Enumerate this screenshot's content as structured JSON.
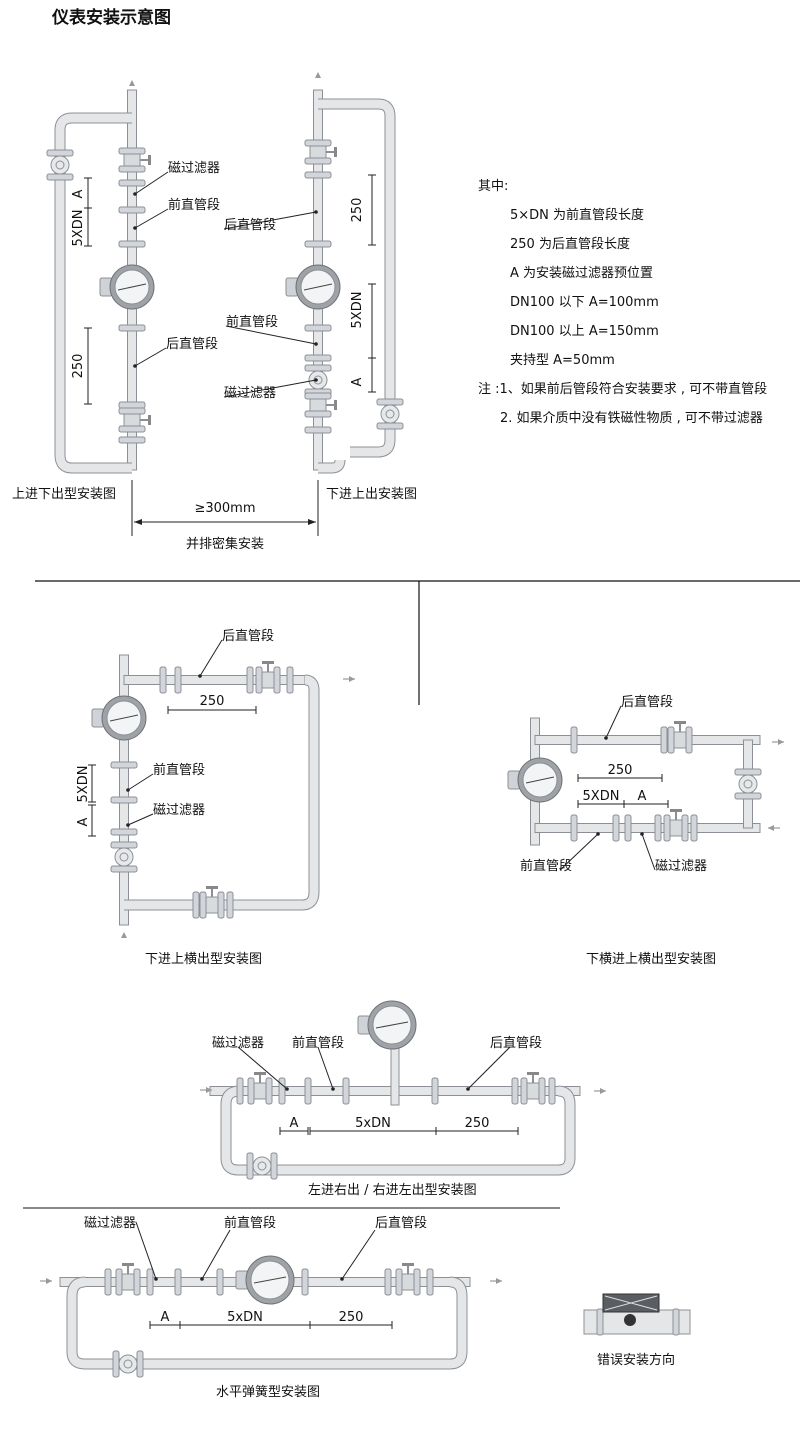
{
  "title": "仪表安装示意图",
  "notes": {
    "heading": "其中:",
    "lines": [
      "5×DN 为前直管段长度",
      "250 为后直管段长度",
      "A 为安装磁过滤器预位置",
      "DN100 以下 A=100mm",
      "DN100 以上 A=150mm",
      "夹持型 A=50mm"
    ],
    "note1": "注 :1、如果前后管段符合安装要求 , 可不带直管段",
    "note2": "2. 如果介质中没有铁磁性物质 , 可不带过滤器"
  },
  "labels": {
    "magnetic_filter": "磁过滤器",
    "front_straight": "前直管段",
    "rear_straight": "后直管段",
    "a": "A",
    "five_xdn": "5XDN",
    "five_xdn_lower": "5xDN",
    "d250": "250",
    "min_300": "≥300mm"
  },
  "captions": {
    "top_left": "上进下出型安装图",
    "top_right": "下进上出安装图",
    "side_by_side": "并排密集安装",
    "mid_left": "下进上横出型安装图",
    "mid_right": "下横进上横出型安装图",
    "center": "左进右出 / 右进左出型安装图",
    "bottom": "水平弹簧型安装图",
    "wrong": "错误安装方向"
  }
}
